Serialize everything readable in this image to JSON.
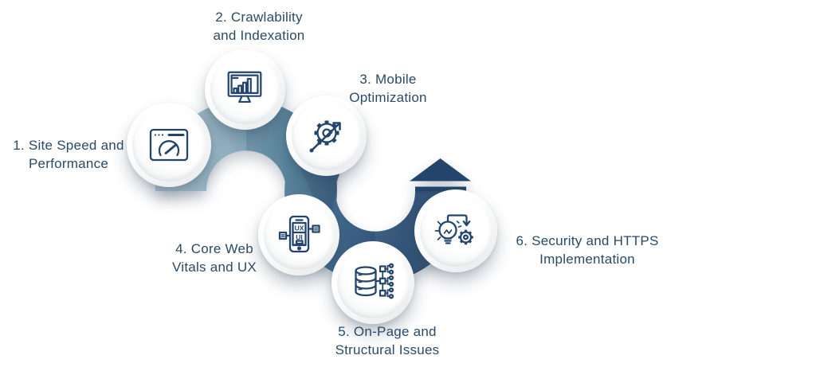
{
  "figure": {
    "type": "process-infographic",
    "description": "Six-step wave ribbon infographic with numbered circular icon nodes"
  },
  "steps": [
    {
      "number": "1",
      "label": "1. Site Speed and\nPerformance",
      "icon": "speedometer-browser-icon"
    },
    {
      "number": "2",
      "label": "2. Crawlability\nand Indexation",
      "icon": "monitor-bar-chart-icon"
    },
    {
      "number": "3",
      "label": "3. Mobile\nOptimization",
      "icon": "gear-growth-arrow-icon"
    },
    {
      "number": "4",
      "label": "4. Core Web\nVitals and UX",
      "icon": "ux-ui-phone-icon"
    },
    {
      "number": "5",
      "label": "5. On-Page and\nStructural Issues",
      "icon": "database-sitemap-icon"
    },
    {
      "number": "6",
      "label": "6. Security and HTTPS\nImplementation",
      "icon": "lightbulb-process-gear-icon"
    }
  ],
  "icon_texts": {
    "ux": "UX",
    "ui": "UI"
  },
  "colors": {
    "background": "#ffffff",
    "label_text": "#2b4a66",
    "icon_stroke": "#24456b",
    "ribbon_start": "#a9c0cb",
    "ribbon_light_mid": "#86a9ba",
    "ribbon_mid": "#5f8ba3",
    "ribbon_deep": "#3f6488",
    "ribbon_dark": "#2b4e72",
    "ribbon_end": "#24456b"
  }
}
